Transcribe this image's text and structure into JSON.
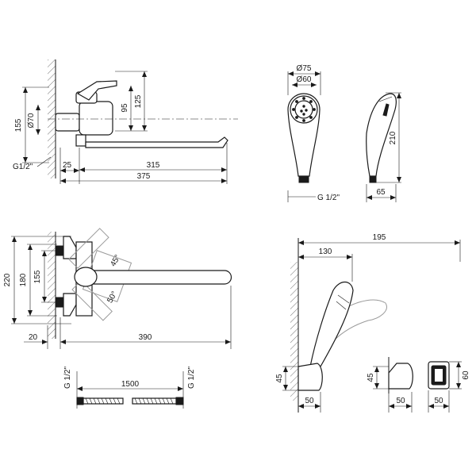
{
  "dimensions": {
    "top_left": {
      "height_155": "155",
      "dia_70": "Ø70",
      "height_95": "95",
      "height_125": "125",
      "thread": "G1/2\"",
      "offset_25": "25",
      "length_315": "315",
      "length_375": "375"
    },
    "hand_shower_front": {
      "dia_75": "Ø75",
      "dia_60": "Ø60",
      "thread": "G 1/2\""
    },
    "hand_shower_side": {
      "height_210": "210",
      "width_65": "65"
    },
    "bottom_left": {
      "height_220": "220",
      "height_180": "180",
      "height_155": "155",
      "angle_45": "45°",
      "angle_50": "50°",
      "offset_20": "20",
      "length_390": "390"
    },
    "hose": {
      "thread_left": "G 1/2\"",
      "length": "1500",
      "thread_right": "G 1/2\""
    },
    "holder_assembly": {
      "length_195": "195",
      "length_130": "130",
      "height_45": "45",
      "width_50": "50"
    },
    "holder_side": {
      "height_45": "45",
      "width_50": "50"
    },
    "holder_front": {
      "height_60": "60",
      "width_50": "50"
    }
  },
  "colors": {
    "line": "#1a1a1a",
    "ghost": "#9a9a9a",
    "background": "#ffffff"
  }
}
